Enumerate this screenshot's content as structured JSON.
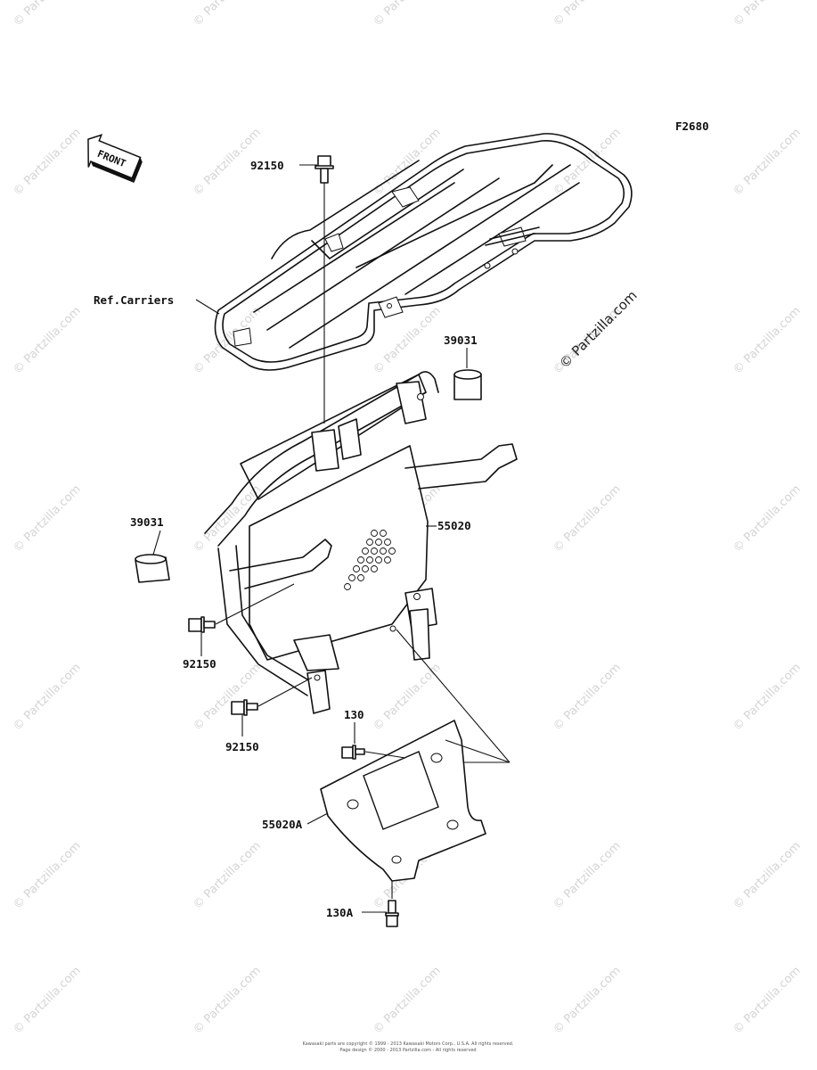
{
  "figure_code": "F2680",
  "front_arrow_label": "FRONT",
  "watermark_text": "© Partzilla.com",
  "watermark_large": "© Partzilla.com",
  "callouts": {
    "bolt_top": "92150",
    "carrier_ref": "Ref.Carriers",
    "cap_right": "39031",
    "cap_left": "39031",
    "guard": "55020",
    "bolt_mid": "92150",
    "bolt_low": "92150",
    "bolt_130": "130",
    "skid_plate": "55020A",
    "bolt_130a": "130A"
  },
  "footer": {
    "line1": "Kawasaki parts are copyright © 1999 - 2013 Kawasaki Motors Corp., U.S.A. All rights reserved.",
    "line2": "Page design © 2000 - 2013 Partzilla.com - All rights reserved"
  }
}
